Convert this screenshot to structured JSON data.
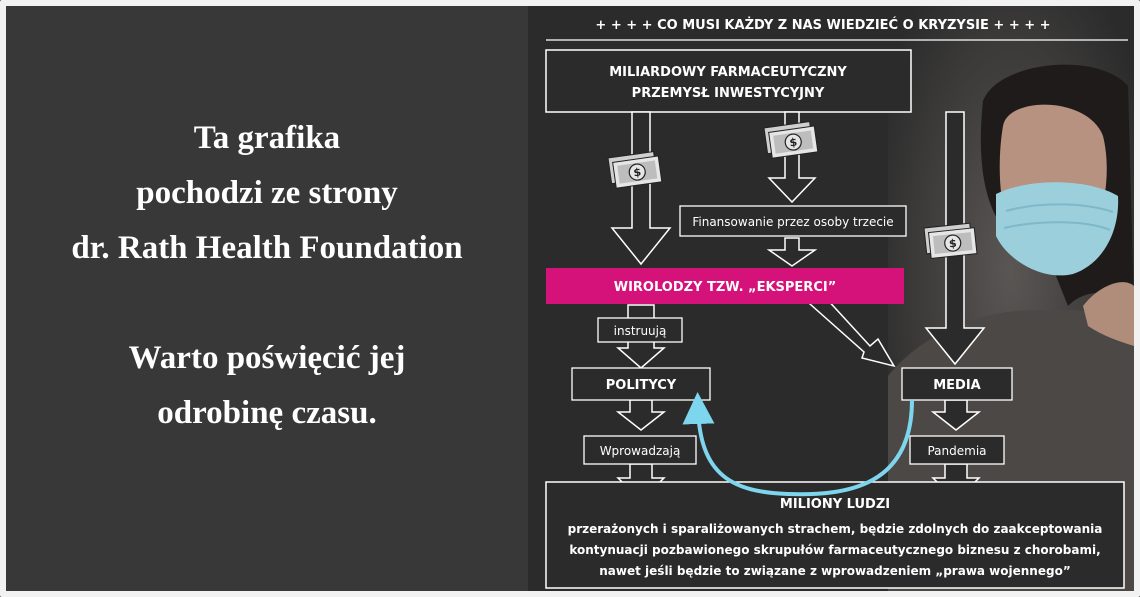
{
  "left_text": {
    "line1": "Ta grafika",
    "line2": "pochodzi ze strony",
    "line3": "dr. Rath Health Foundation",
    "line4": "Warto poświęcić jej",
    "line5": "odrobinę czasu."
  },
  "diagram": {
    "header": "+ + + +   CO MUSI KAŻDY Z NAS WIEDZIEĆ O KRYZYSIE   + + + +",
    "top_box": {
      "line1": "MILIARDOWY FARMACEUTYCZNY",
      "line2": "PRZEMYSŁ INWESTYCYJNY"
    },
    "third_party": "Finansowanie przez osoby trzecie",
    "virologists": "WIROLODZY TZW. „EKSPERCI”",
    "instruct": "instruują",
    "politicians": "POLITYCY",
    "media": "MEDIA",
    "introduce": "Wprowadzają",
    "pandemic": "Pandemia",
    "bottom": {
      "title": "MILIONY LUDZI",
      "line1": "przerażonych i sparaliżowanych strachem, będzie zdolnych do zaakceptowania",
      "line2": "kontynuacji pozbawionego skrupułów farmaceutycznego biznesu z chorobami,",
      "line3": "nawet jeśli będzie to związane z wprowadzeniem „prawa wojennego”"
    },
    "dollar_symbol": "$"
  },
  "colors": {
    "accent": "#d5127a",
    "loop_arrow": "#7ed6ee",
    "panel": "#2b2b2b",
    "left_bg": "#383838"
  }
}
